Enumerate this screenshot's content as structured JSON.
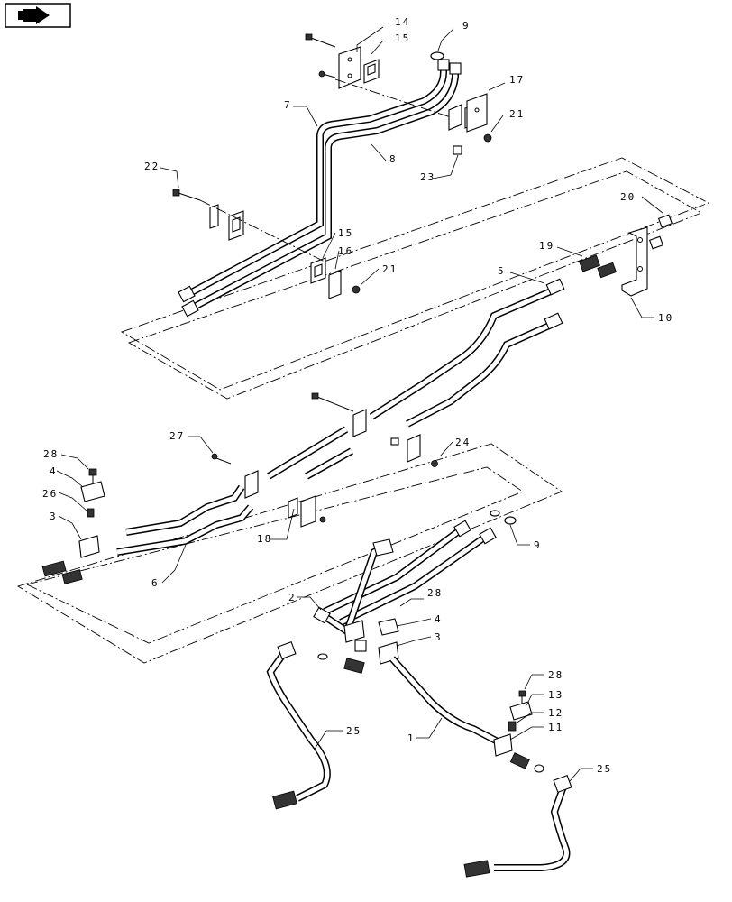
{
  "nav": {
    "icon": "back-arrow-icon"
  },
  "callouts": [
    {
      "id": "c14",
      "text": "14"
    },
    {
      "id": "c15a",
      "text": "15"
    },
    {
      "id": "c9a",
      "text": "9"
    },
    {
      "id": "c17",
      "text": "17"
    },
    {
      "id": "c21a",
      "text": "21"
    },
    {
      "id": "c7",
      "text": "7"
    },
    {
      "id": "c8",
      "text": "8"
    },
    {
      "id": "c23",
      "text": "23"
    },
    {
      "id": "c22",
      "text": "22"
    },
    {
      "id": "c15b",
      "text": "15"
    },
    {
      "id": "c16",
      "text": "16"
    },
    {
      "id": "c21b",
      "text": "21"
    },
    {
      "id": "c20",
      "text": "20"
    },
    {
      "id": "c19",
      "text": "19"
    },
    {
      "id": "c5",
      "text": "5"
    },
    {
      "id": "c10",
      "text": "10"
    },
    {
      "id": "c27",
      "text": "27"
    },
    {
      "id": "c24",
      "text": "24"
    },
    {
      "id": "c28a",
      "text": "28"
    },
    {
      "id": "c4a",
      "text": "4"
    },
    {
      "id": "c26",
      "text": "26"
    },
    {
      "id": "c3a",
      "text": "3"
    },
    {
      "id": "c18",
      "text": "18"
    },
    {
      "id": "c6",
      "text": "6"
    },
    {
      "id": "c9b",
      "text": "9"
    },
    {
      "id": "c2",
      "text": "2"
    },
    {
      "id": "c28b",
      "text": "28"
    },
    {
      "id": "c4b",
      "text": "4"
    },
    {
      "id": "c3b",
      "text": "3"
    },
    {
      "id": "c28c",
      "text": "28"
    },
    {
      "id": "c13",
      "text": "13"
    },
    {
      "id": "c12",
      "text": "12"
    },
    {
      "id": "c11",
      "text": "11"
    },
    {
      "id": "c1",
      "text": "1"
    },
    {
      "id": "c25a",
      "text": "25"
    },
    {
      "id": "c25b",
      "text": "25"
    }
  ]
}
